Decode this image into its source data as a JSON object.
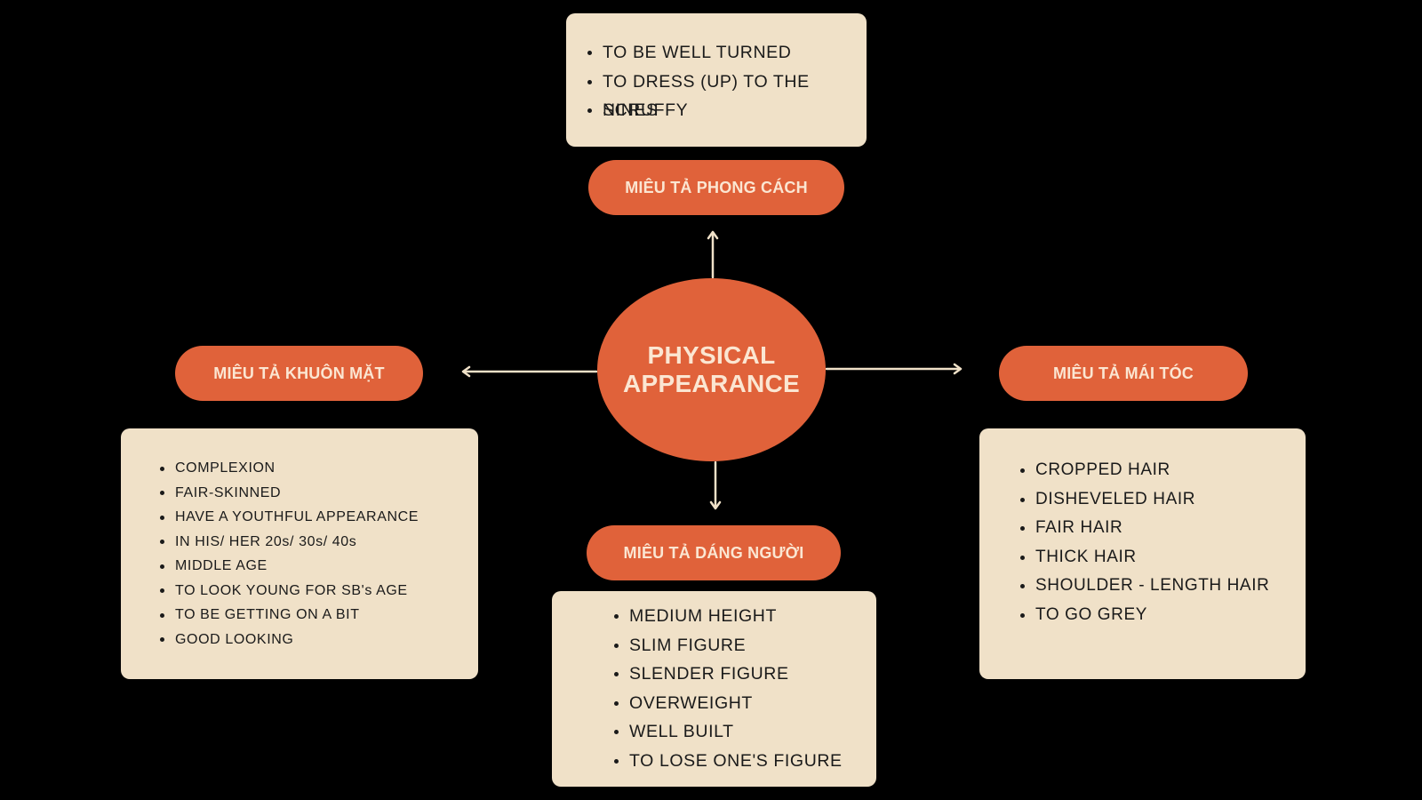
{
  "center": {
    "line1": "PHYSICAL",
    "line2": "APPEARANCE"
  },
  "branches": {
    "style": {
      "label": "MIÊU TẢ PHONG CÁCH",
      "items": [
        "TO BE WELL TURNED",
        "TO DRESS (UP) TO THE NINES",
        "SCRUFFY"
      ]
    },
    "face": {
      "label": "MIÊU TẢ KHUÔN MẶT",
      "items": [
        "COMPLEXION",
        "FAIR-SKINNED",
        "HAVE A YOUTHFUL APPEARANCE",
        "IN HIS/ HER 20s/ 30s/ 40s",
        "MIDDLE AGE",
        "TO LOOK YOUNG FOR SB's AGE",
        "TO BE GETTING ON A BIT",
        "GOOD LOOKING"
      ]
    },
    "hair": {
      "label": "MIÊU TẢ MÁI TÓC",
      "items": [
        "CROPPED HAIR",
        "DISHEVELED HAIR",
        "FAIR HAIR",
        "THICK HAIR",
        "SHOULDER - LENGTH HAIR",
        "TO GO GREY"
      ]
    },
    "body": {
      "label": "MIÊU TẢ DÁNG NGƯỜI",
      "items": [
        "MEDIUM HEIGHT",
        "SLIM FIGURE",
        "SLENDER FIGURE",
        "OVERWEIGHT",
        "WELL BUILT",
        "TO LOSE ONE'S FIGURE"
      ]
    }
  },
  "colors": {
    "background": "#000000",
    "accent": "#e0623a",
    "card": "#f0e1c8",
    "accent_text": "#fbe6d2",
    "arrow": "#f0e1c8"
  }
}
